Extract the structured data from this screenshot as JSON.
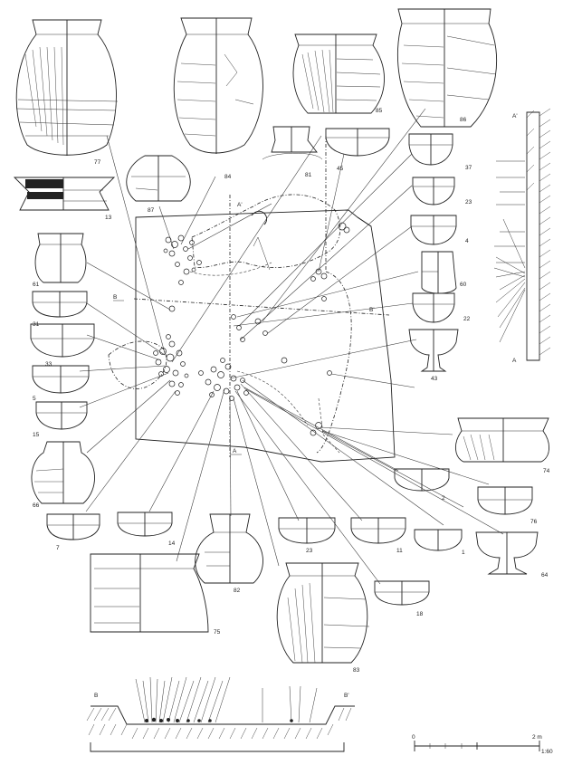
{
  "vessels": [
    {
      "id": "v77",
      "label": "77"
    },
    {
      "id": "v84",
      "label": "84"
    },
    {
      "id": "v85",
      "label": "85"
    },
    {
      "id": "v86",
      "label": "86"
    },
    {
      "id": "v13",
      "label": "13"
    },
    {
      "id": "v87",
      "label": "87"
    },
    {
      "id": "v81",
      "label": "81"
    },
    {
      "id": "v45",
      "label": "45"
    },
    {
      "id": "v37",
      "label": "37"
    },
    {
      "id": "v23a",
      "label": "23"
    },
    {
      "id": "v4",
      "label": "4"
    },
    {
      "id": "v60",
      "label": "60"
    },
    {
      "id": "v22",
      "label": "22"
    },
    {
      "id": "v43",
      "label": "43"
    },
    {
      "id": "v31",
      "label": "31"
    },
    {
      "id": "v33",
      "label": "33"
    },
    {
      "id": "v5",
      "label": "5"
    },
    {
      "id": "v15",
      "label": "15"
    },
    {
      "id": "v61",
      "label": "61"
    },
    {
      "id": "v66",
      "label": "66"
    },
    {
      "id": "v74",
      "label": "74"
    },
    {
      "id": "v2",
      "label": "2"
    },
    {
      "id": "v76",
      "label": "76"
    },
    {
      "id": "v7",
      "label": "7"
    },
    {
      "id": "v14",
      "label": "14"
    },
    {
      "id": "v23b",
      "label": "23"
    },
    {
      "id": "v11",
      "label": "11"
    },
    {
      "id": "v1",
      "label": "1"
    },
    {
      "id": "v64",
      "label": "64"
    },
    {
      "id": "v82",
      "label": "82"
    },
    {
      "id": "v75",
      "label": "75"
    },
    {
      "id": "v83",
      "label": "83"
    },
    {
      "id": "v18",
      "label": "18"
    }
  ],
  "section_marks": {
    "b_left": "B",
    "b_right": "B'",
    "a_top": "A'",
    "a_bottom": "A",
    "side_a_top": "A'",
    "side_a_bottom": "A",
    "profile_b_left": "B",
    "profile_b_right": "B'"
  },
  "scale": {
    "zero": "0",
    "max": "2 m",
    "ratio": "1:60"
  }
}
